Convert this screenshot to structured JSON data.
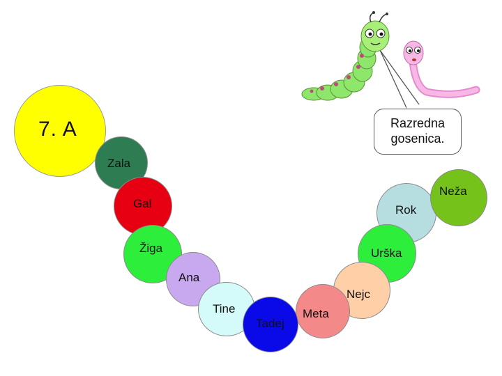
{
  "title": "7. A",
  "speech_bubble": {
    "line1": "Razredna",
    "line2": "gosenica."
  },
  "segments": [
    {
      "name": "Zala",
      "color": "#2e7d52"
    },
    {
      "name": "Gal",
      "color": "#e60012"
    },
    {
      "name": "Žiga",
      "color": "#2dee3b"
    },
    {
      "name": "Ana",
      "color": "#c8a8ee"
    },
    {
      "name": "Tine",
      "color": "#d4fbf9"
    },
    {
      "name": "Tadej",
      "color": "#0a0ae8"
    },
    {
      "name": "Meta",
      "color": "#f4898a"
    },
    {
      "name": "Nejc",
      "color": "#ffd0a8"
    },
    {
      "name": "Urška",
      "color": "#2dee3b"
    },
    {
      "name": "Rok",
      "color": "#b6dde0"
    },
    {
      "name": "Neža",
      "color": "#74c21a"
    }
  ],
  "head_color": "#ffff00"
}
